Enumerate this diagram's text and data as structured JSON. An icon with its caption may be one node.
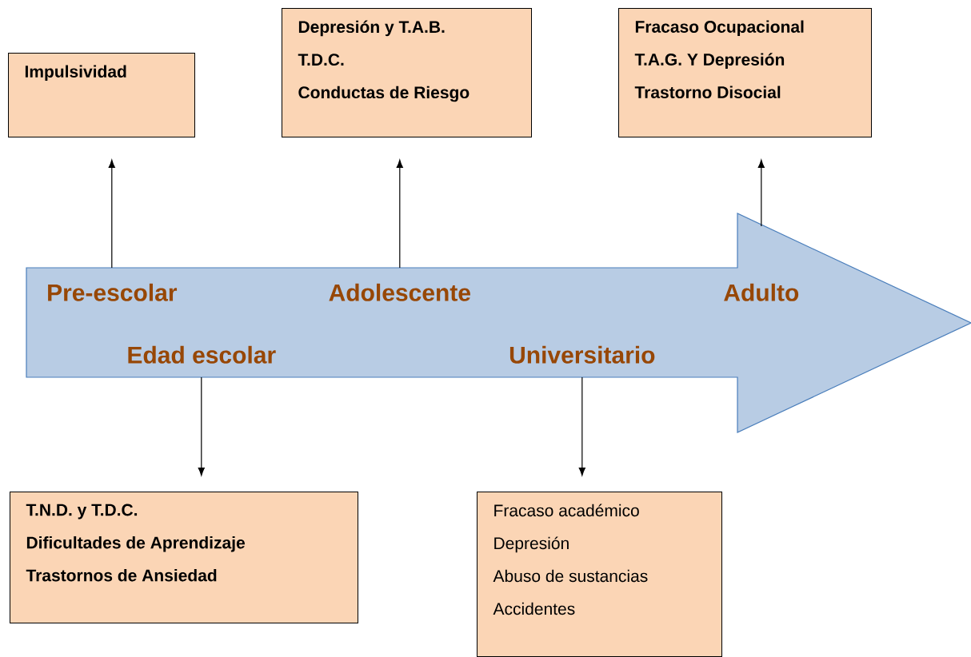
{
  "diagram": {
    "nodes": [
      {
        "text": [],
        "shape": "arrow"
      },
      {
        "text": [
          "Pre-escolar"
        ],
        "in": 0
      },
      {
        "text": [
          "Adolescente"
        ],
        "in": 0
      },
      {
        "text": [
          "Adulto"
        ],
        "in": 0
      },
      {
        "text": [
          "Edad escolar"
        ],
        "in": 0
      },
      {
        "text": [
          "Universitario"
        ],
        "in": 0
      },
      {
        "text": [
          "Impulsividad"
        ]
      },
      {
        "text": [
          "Depresión y  T.A.B.",
          "T.D.C.",
          "Conductas de Riesgo"
        ]
      },
      {
        "text": [
          "Fracaso Ocupacional",
          "T.A.G. Y Depresión",
          "Trastorno Disocial"
        ]
      },
      {
        "text": [
          "T.N.D. y T.D.C.",
          "Dificultades de Aprendizaje",
          "Trastornos de Ansiedad"
        ]
      },
      {
        "text": [
          "Fracaso académico",
          "Depresión",
          "Abuso de sustancias",
          "Accidentes"
        ]
      }
    ],
    "edges": [
      {
        "from": 1,
        "to": 6,
        "arrow": "to"
      },
      {
        "from": 2,
        "to": 7,
        "arrow": "to"
      },
      {
        "from": 3,
        "to": 8,
        "arrow": "to"
      },
      {
        "from": 4,
        "to": 9,
        "arrow": "to"
      },
      {
        "from": 5,
        "to": 10,
        "arrow": "to"
      }
    ]
  }
}
